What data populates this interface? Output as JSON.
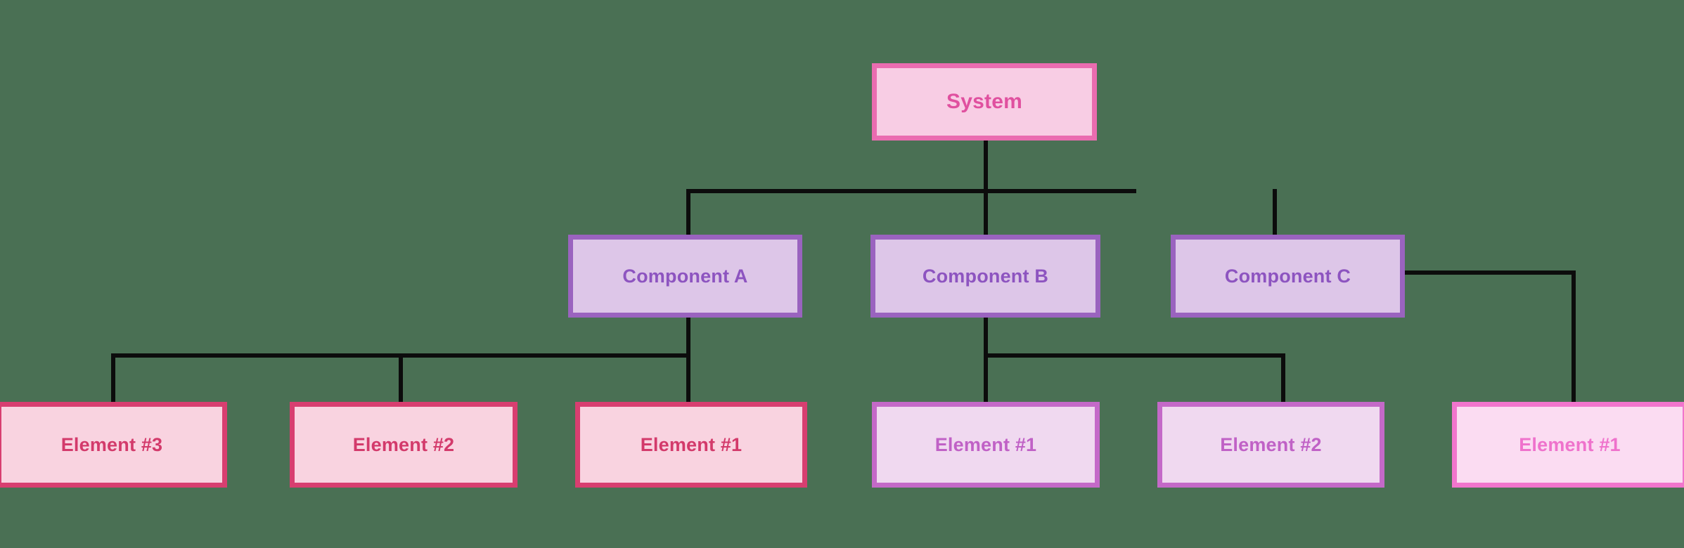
{
  "diagram": {
    "type": "hierarchy-tree",
    "background_color": "#4a7054",
    "connector_color": "#0c0c0c",
    "levels": 3,
    "root": {
      "id": "system",
      "label": "System",
      "fill": "#f8cde4",
      "border": "#ea6cb0",
      "text_color": "#e0509f"
    },
    "components": [
      {
        "id": "component-a",
        "label": "Component A",
        "fill": "#ddc6e8",
        "border": "#9a63bf",
        "text_color": "#8d54c0",
        "children": [
          "element-a3",
          "element-a2",
          "element-a1"
        ]
      },
      {
        "id": "component-b",
        "label": "Component B",
        "fill": "#ddc6e8",
        "border": "#9a63bf",
        "text_color": "#8d54c0",
        "children": [
          "element-b1",
          "element-b2"
        ]
      },
      {
        "id": "component-c",
        "label": "Component C",
        "fill": "#ddc6e8",
        "border": "#9a63bf",
        "text_color": "#8d54c0",
        "children": [
          "element-c1"
        ]
      }
    ],
    "elements": [
      {
        "id": "element-a3",
        "label": "Element #3",
        "parent": "component-a",
        "fill": "#f9d3e0",
        "border": "#d83e70",
        "text_color": "#d33a6b"
      },
      {
        "id": "element-a2",
        "label": "Element #2",
        "parent": "component-a",
        "fill": "#f9d3e0",
        "border": "#d83e70",
        "text_color": "#d33a6b"
      },
      {
        "id": "element-a1",
        "label": "Element #1",
        "parent": "component-a",
        "fill": "#f9d3e0",
        "border": "#d83e70",
        "text_color": "#d33a6b"
      },
      {
        "id": "element-b1",
        "label": "Element #1",
        "parent": "component-b",
        "fill": "#f0d9f0",
        "border": "#c469c8",
        "text_color": "#c061c6"
      },
      {
        "id": "element-b2",
        "label": "Element #2",
        "parent": "component-b",
        "fill": "#f0d9f0",
        "border": "#c469c8",
        "text_color": "#c061c6"
      },
      {
        "id": "element-c1",
        "label": "Element #1",
        "parent": "component-c",
        "fill": "#fbdcf2",
        "border": "#f175cd",
        "text_color": "#ef72cc"
      }
    ]
  }
}
